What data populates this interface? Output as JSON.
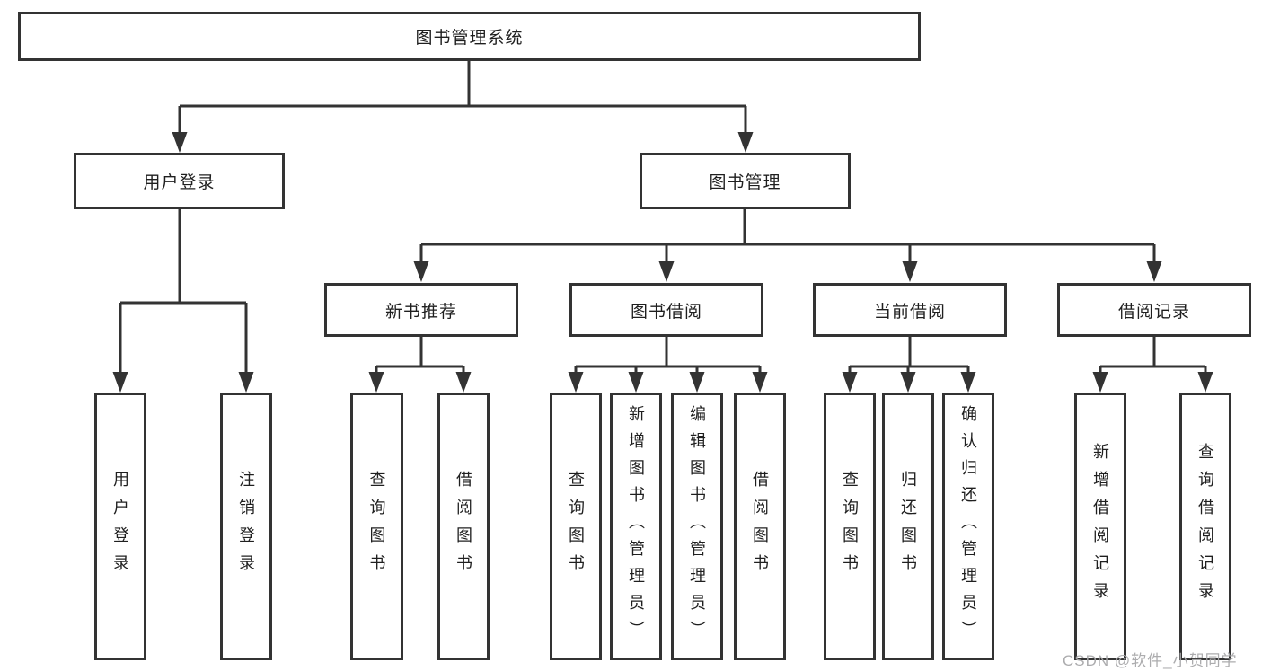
{
  "diagram": {
    "root": {
      "label": "图书管理系统"
    },
    "level2": [
      {
        "label": "用户登录"
      },
      {
        "label": "图书管理"
      }
    ],
    "level3": [
      {
        "label": "新书推荐"
      },
      {
        "label": "图书借阅"
      },
      {
        "label": "当前借阅"
      },
      {
        "label": "借阅记录"
      }
    ],
    "leaves": {
      "user_login": [
        "用户登录",
        "注销登录"
      ],
      "new_books": [
        "查询图书",
        "借阅图书"
      ],
      "book_borrow": [
        "查询图书",
        "新增图书（管理员）",
        "编辑图书（管理员）",
        "借阅图书"
      ],
      "current_borrow": [
        "查询图书",
        "归还图书",
        "确认归还（管理员）"
      ],
      "borrow_records": [
        "新增借阅记录",
        "查询借阅记录"
      ]
    },
    "watermark": "CSDN @软件_小贺同学",
    "colors": {
      "stroke": "#333333",
      "text": "#1f1f1f",
      "watermark": "#a8a8aa",
      "background": "#ffffff"
    }
  }
}
